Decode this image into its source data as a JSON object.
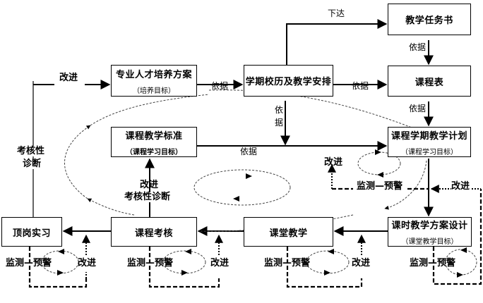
{
  "boxes": {
    "teaching_task": {
      "title": "教学任务书"
    },
    "talent_plan": {
      "title": "专业人才培养方案",
      "subtitle": "（培养目标）"
    },
    "semester_calendar": {
      "title": "学期校历及教学安排"
    },
    "timetable": {
      "title": "课程表"
    },
    "course_standard": {
      "title": "课程教学标准",
      "subtitle": "（课程学习目标）"
    },
    "semester_plan": {
      "title": "课程学期教学计划",
      "subtitle": "（课程学习目标）"
    },
    "internship": {
      "title": "顶岗实习"
    },
    "course_assessment": {
      "title": "课程考核"
    },
    "classroom_teaching": {
      "title": "课堂教学"
    },
    "lesson_design": {
      "title": "课时教学方案设计",
      "subtitle": "（课堂教学目标）"
    }
  },
  "labels": {
    "issue": "下达",
    "basis": "依据",
    "basis_v1": "依",
    "basis_v2": "据",
    "improve": "改进",
    "diagnosis_line1": "考核性",
    "diagnosis_line2": "诊断",
    "improve_diagnosis_line1": "改进",
    "improve_diagnosis_line2": "考核性诊断",
    "monitor_warn": "监测—预警"
  }
}
